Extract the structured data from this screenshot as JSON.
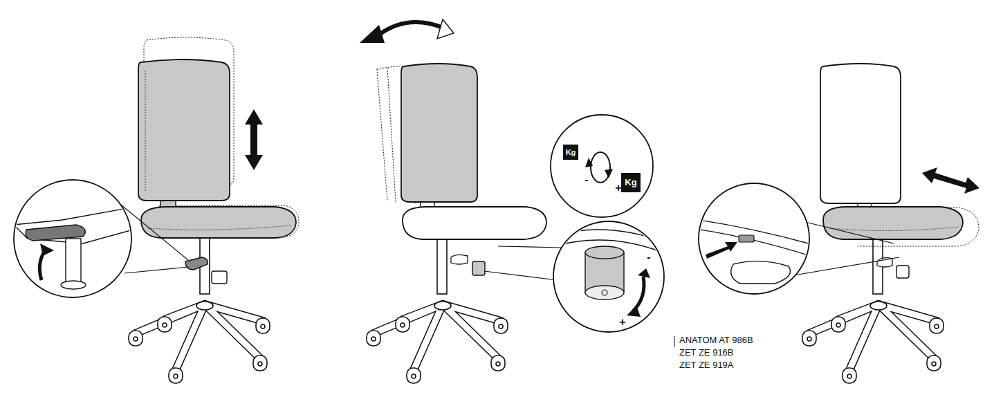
{
  "diagram": {
    "labels": [
      "ANATOM AT 986B",
      "ZET ZE 916B",
      "ZET ZE 919A",
      "Kg",
      "Kg",
      "-",
      "+",
      "-",
      "+"
    ]
  }
}
